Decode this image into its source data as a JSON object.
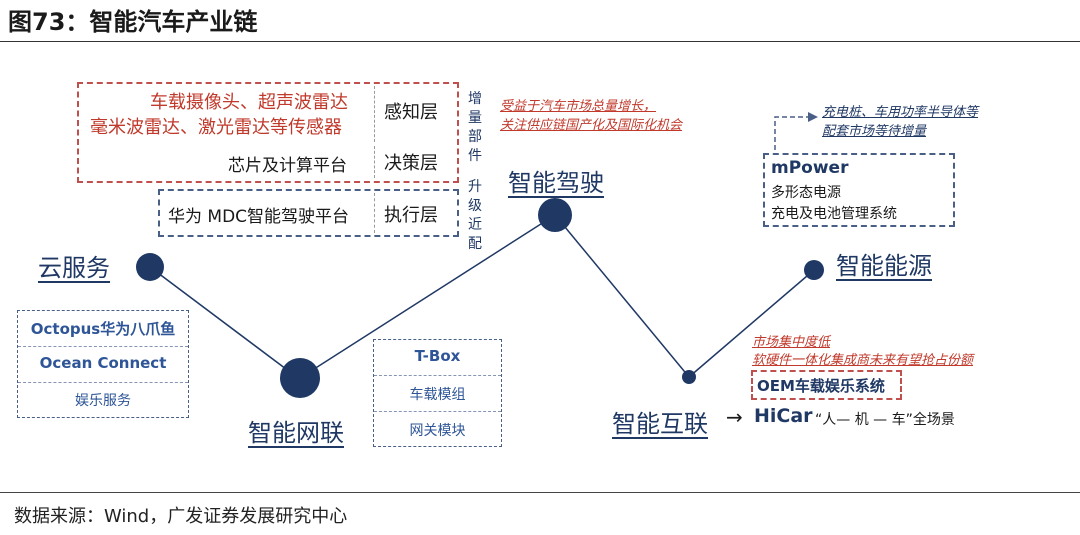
{
  "title": "图73：智能汽车产业链",
  "source": "数据来源：Wind，广发证券发展研究中心",
  "nodes": {
    "cloud": "云服务",
    "driving": "智能驾驶",
    "network": "智能网联",
    "interconnect": "智能互联",
    "energy": "智能能源"
  },
  "driving_layers": {
    "perception_line1": "车载摄像头、超声波雷达",
    "perception_line2": "毫米波雷达、激光雷达等传感器",
    "perception_label": "感知层",
    "decision_text": "芯片及计算平台",
    "decision_label": "决策层",
    "exec_text": "华为 MDC智能驾驶平台",
    "exec_label": "执行层",
    "side_increase": "增量部件",
    "side_upgrade": "升级近配"
  },
  "driving_note": {
    "line1": "受益于汽车市场总量增长，",
    "line2": "关注供应链国产化及国际化机会"
  },
  "cloud_list": [
    "Octopus华为八爪鱼",
    "Ocean Connect",
    "娱乐服务"
  ],
  "network_list": [
    "T-Box",
    "车载模组",
    "网关模块"
  ],
  "energy_note": {
    "line1": "充电桩、车用功率半导体等",
    "line2": "配套市场等待增量"
  },
  "energy_box": {
    "title": "mPower",
    "line1": "多形态电源",
    "line2": "充电及电池管理系统"
  },
  "interconnect_note": {
    "line1": "市场集中度低",
    "line2": "软硬件一体化集成商未来有望抢占份额"
  },
  "interconnect_box": "OEM车载娱乐系统",
  "hicar": {
    "arrow": "→",
    "name": "HiCar",
    "desc": "“人— 机 — 车”全场景"
  },
  "colors": {
    "navy": "#1f3864",
    "red": "#c0392b"
  }
}
